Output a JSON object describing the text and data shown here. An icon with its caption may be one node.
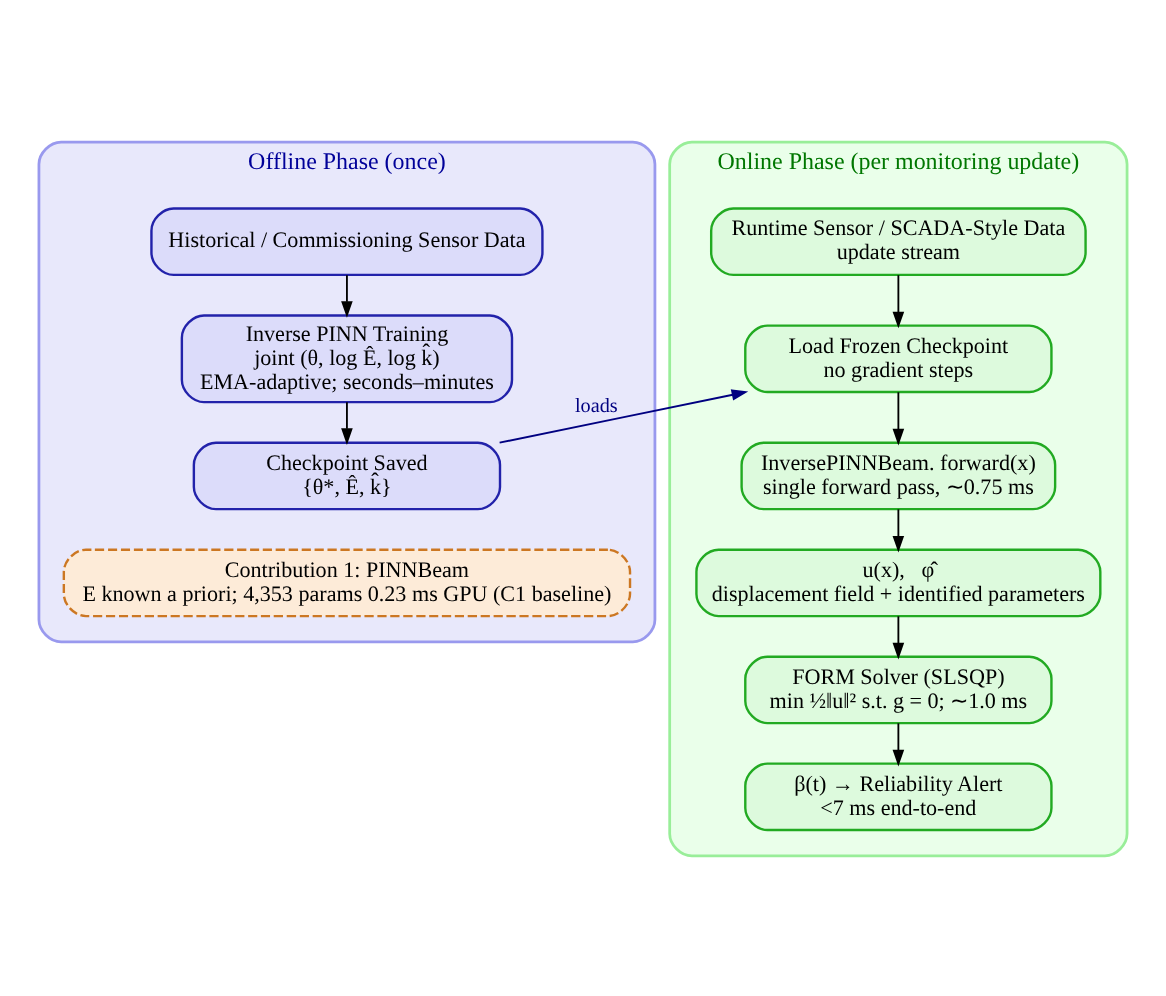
{
  "diagram": {
    "nodes": [
      {
        "text": [
          "Offline Phase (once)"
        ]
      },
      {
        "text": [
          "Historical / Commissioning Sensor Data"
        ],
        "in": 0
      },
      {
        "text": [
          "Inverse PINN Training",
          "joint (θ, log Ê, log k̂)",
          "EMA-adaptive; seconds–minutes"
        ],
        "in": 0
      },
      {
        "text": [
          "Checkpoint Saved",
          "{θ*, Ê, k̂}"
        ],
        "in": 0
      },
      {
        "text": [
          "Contribution 1: PINNBeam",
          "E known a priori; 4,353 params 0.23 ms GPU (C1 baseline)"
        ],
        "in": 0
      },
      {
        "text": [
          "Online Phase (per monitoring update)"
        ]
      },
      {
        "text": [
          "Runtime Sensor / SCADA-Style Data",
          "update stream"
        ],
        "in": 5
      },
      {
        "text": [
          "Load Frozen Checkpoint",
          "no gradient steps"
        ],
        "in": 5
      },
      {
        "text": [
          "InversePINNBeam. forward(x)",
          "single forward pass, ∼0.75 ms"
        ],
        "in": 5
      },
      {
        "text": [
          "u(x),   φ̂",
          "displacement field + identified parameters"
        ],
        "in": 5
      },
      {
        "text": [
          "FORM Solver (SLSQP)",
          "min ½‖u‖² s.t. g = 0; ∼1.0 ms"
        ],
        "in": 5
      },
      {
        "text": [
          "β(t) → Reliability Alert",
          "<7 ms end-to-end"
        ],
        "in": 5
      }
    ],
    "edges": [
      {
        "from": 1,
        "to": 2,
        "arrow": "to"
      },
      {
        "from": 2,
        "to": 3,
        "arrow": "to"
      },
      {
        "from": 3,
        "to": 7,
        "arrow": "to",
        "label": "loads",
        "color": "#000080"
      },
      {
        "from": 6,
        "to": 7,
        "arrow": "to"
      },
      {
        "from": 7,
        "to": 8,
        "arrow": "to"
      },
      {
        "from": 8,
        "to": 9,
        "arrow": "to"
      },
      {
        "from": 9,
        "to": 10,
        "arrow": "to"
      },
      {
        "from": 10,
        "to": 11,
        "arrow": "to"
      }
    ]
  }
}
